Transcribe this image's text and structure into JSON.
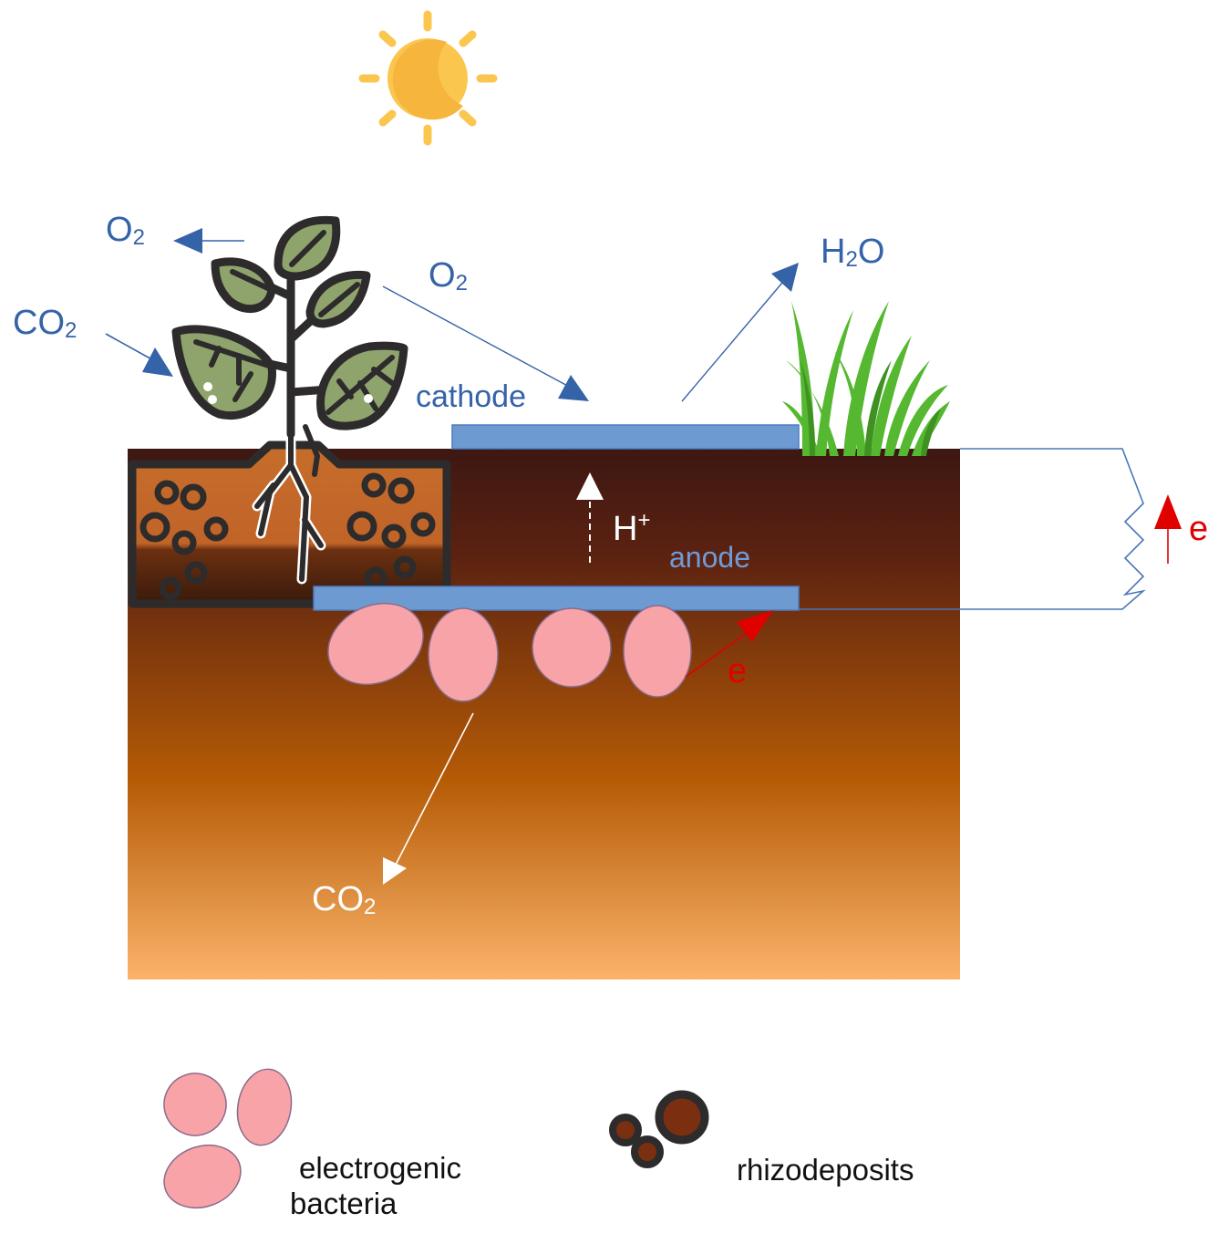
{
  "colors": {
    "label_blue": "#3563a8",
    "electrode": "#6d9bd1",
    "electron_red": "#e00000",
    "soil_top": "#3d1712",
    "soil_bottom": "#fbb36a",
    "bacteria": "#f8a3a8",
    "sun": "#fbc64e"
  },
  "labels": {
    "o2_left_main": "O",
    "o2_left_sub": "2",
    "co2_left_main": "CO",
    "co2_left_sub": "2",
    "o2_mid_main": "O",
    "o2_mid_sub": "2",
    "h2o_h": "H",
    "h2o_sub": "2",
    "h2o_o": "O",
    "cathode": "cathode",
    "anode": "anode",
    "proton_main": "H",
    "proton_sup": "+",
    "electron_right": "e",
    "electron_anode": "e",
    "co2_bottom_main": "CO",
    "co2_bottom_sub": "2"
  },
  "legend": {
    "bacteria_line1": "electrogenic",
    "bacteria_line2": "bacteria",
    "rhizodeposits": "rhizodeposits"
  },
  "icons": [
    "sun-icon",
    "plant-icon",
    "grass-icon",
    "bacteria-icon",
    "rhizodeposit-icon"
  ]
}
